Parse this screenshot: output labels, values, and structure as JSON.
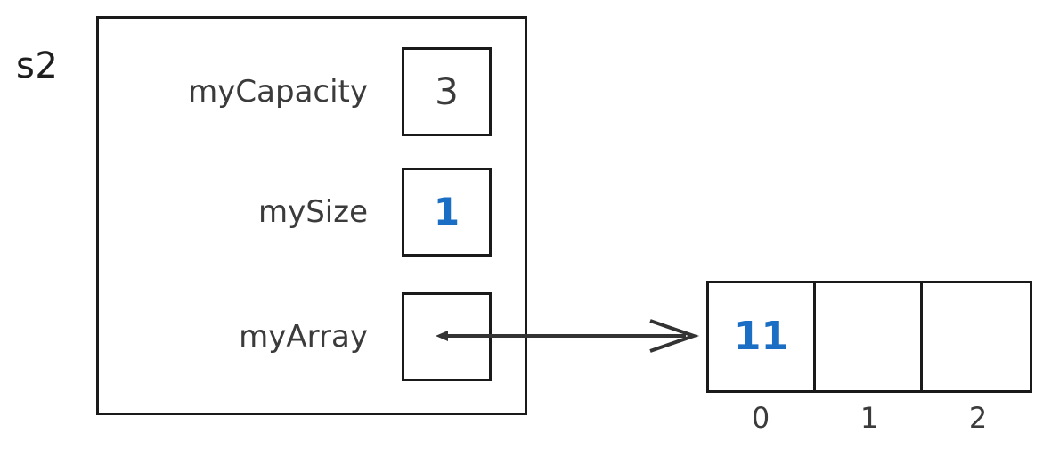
{
  "diagram": {
    "object_label": "s2",
    "fields": [
      {
        "name": "myCapacity",
        "value": "3",
        "highlighted": false
      },
      {
        "name": "mySize",
        "value": "1",
        "highlighted": true
      },
      {
        "name": "myArray",
        "value": "",
        "highlighted": false
      }
    ],
    "pointer": {
      "from_field": "myArray",
      "to": "array-cell-0",
      "arrowhead": "open-chevron-right"
    },
    "array": {
      "cells": [
        {
          "index": "0",
          "value": "11",
          "highlighted": true
        },
        {
          "index": "1",
          "value": "",
          "highlighted": false
        },
        {
          "index": "2",
          "value": "",
          "highlighted": false
        }
      ]
    },
    "colors": {
      "stroke": "#1a1a1a",
      "text": "#3b3b3b",
      "highlight": "#1a6fc4",
      "background": "#ffffff"
    }
  }
}
